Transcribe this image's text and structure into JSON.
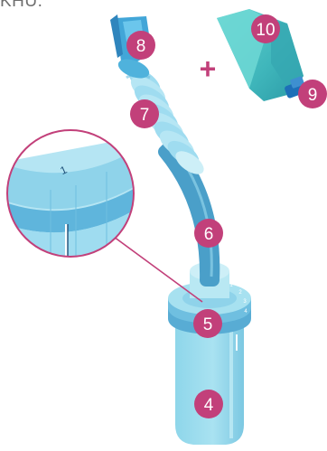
{
  "header": {
    "cropped_text": "KHU."
  },
  "badges": [
    {
      "id": "4",
      "label": "4"
    },
    {
      "id": "5",
      "label": "5"
    },
    {
      "id": "6",
      "label": "6"
    },
    {
      "id": "7",
      "label": "7"
    },
    {
      "id": "8",
      "label": "8"
    },
    {
      "id": "9",
      "label": "9"
    },
    {
      "id": "10",
      "label": "10"
    }
  ],
  "plus_symbol": "+",
  "zoom": {
    "marker": "1"
  },
  "cap_ticks": [
    "1",
    "2",
    "3",
    "4"
  ],
  "colors": {
    "badge": "#c2407a",
    "plus": "#c2407a",
    "leader_line": "#c2407a",
    "body_light": "#a7e1f0",
    "body_mid": "#7ccbe5",
    "body_dark": "#4fa9cf",
    "mask_teal": "#4cc4c4"
  }
}
